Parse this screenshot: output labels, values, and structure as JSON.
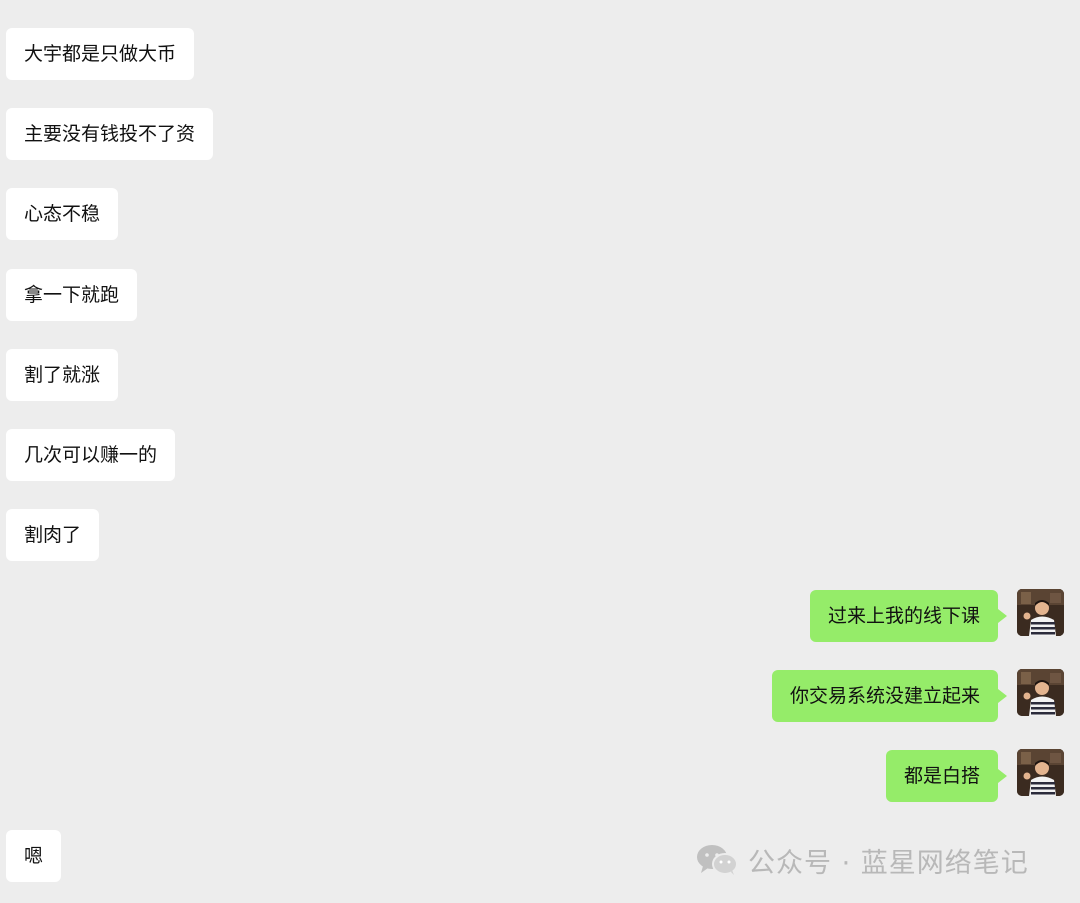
{
  "chat": {
    "incoming": [
      {
        "text": "大宇都是只做大币"
      },
      {
        "text": "主要没有钱投不了资"
      },
      {
        "text": "心态不稳"
      },
      {
        "text": "拿一下就跑"
      },
      {
        "text": "割了就涨"
      },
      {
        "text": "几次可以赚一的"
      },
      {
        "text": "割肉了"
      }
    ],
    "outgoing": [
      {
        "text": "过来上我的线下课"
      },
      {
        "text": "你交易系统没建立起来"
      },
      {
        "text": "都是白搭"
      }
    ],
    "last_incoming": {
      "text": "嗯"
    }
  },
  "colors": {
    "background": "#ededed",
    "incoming_bubble": "#ffffff",
    "outgoing_bubble": "#95ec69",
    "watermark": "#b8b8b8"
  },
  "icons": {
    "watermark": "wechat-icon",
    "avatar": "user-avatar-photo"
  },
  "watermark": {
    "text": "公众号 · 蓝星网络笔记"
  }
}
